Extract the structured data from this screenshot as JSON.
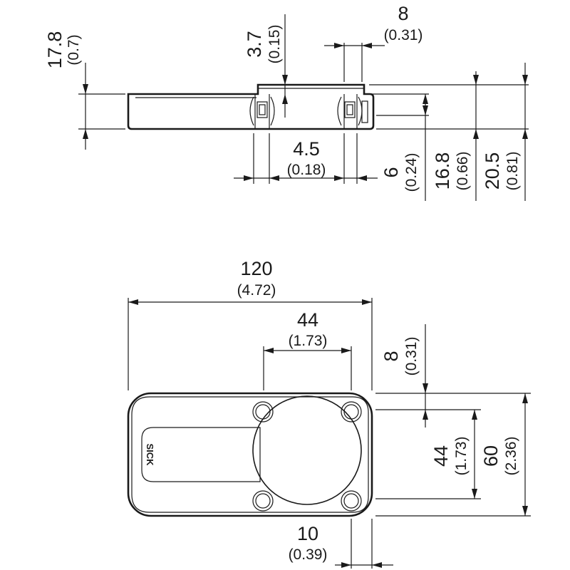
{
  "side_view": {
    "dims": {
      "height_total": {
        "mm": "17.8",
        "in": "(0.7)"
      },
      "lip": {
        "mm": "3.7",
        "in": "(0.15)"
      },
      "slot_width": {
        "mm": "8",
        "in": "(0.31)"
      },
      "hole_spacing": {
        "mm": "4.5",
        "in": "(0.18)"
      },
      "depth_6": {
        "mm": "6",
        "in": "(0.24)"
      },
      "depth_16_8": {
        "mm": "16.8",
        "in": "(0.66)"
      },
      "depth_20_5": {
        "mm": "20.5",
        "in": "(0.81)"
      }
    }
  },
  "top_view": {
    "brand": "SICK",
    "dims": {
      "length": {
        "mm": "120",
        "in": "(4.72)"
      },
      "round_width": {
        "mm": "44",
        "in": "(1.73)"
      },
      "top_offset": {
        "mm": "8",
        "in": "(0.31)"
      },
      "round_height": {
        "mm": "44",
        "in": "(1.73)"
      },
      "width": {
        "mm": "60",
        "in": "(2.36)"
      },
      "right_offset": {
        "mm": "10",
        "in": "(0.39)"
      }
    }
  }
}
